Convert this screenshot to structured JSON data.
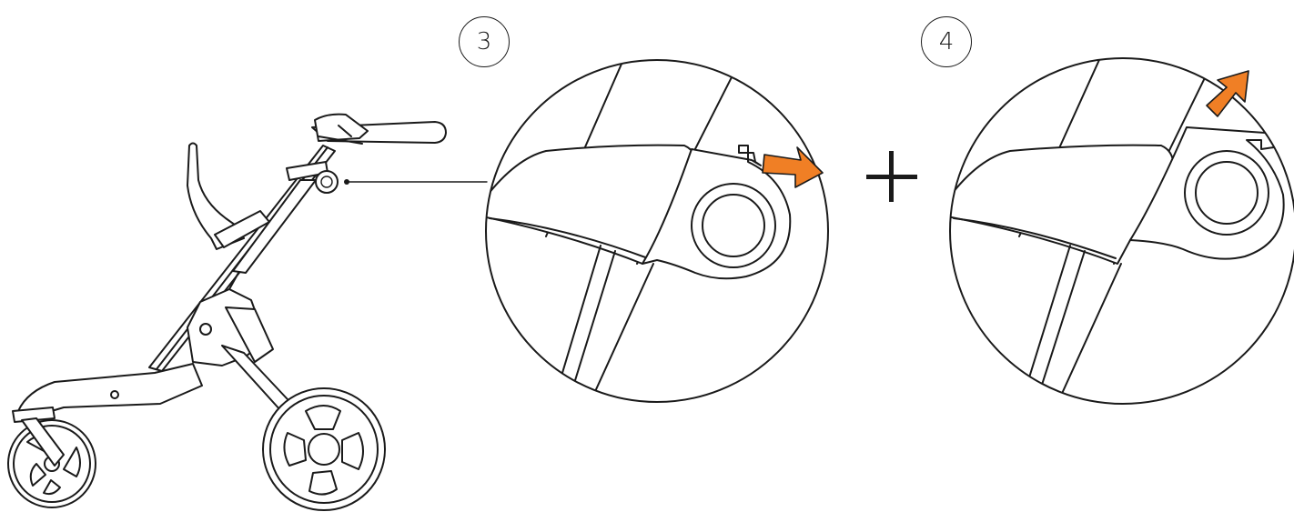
{
  "steps": [
    {
      "number": "3",
      "arrow_direction": "right",
      "arrow_color": "#f07f25"
    },
    {
      "number": "4",
      "arrow_direction": "up-right",
      "arrow_color": "#f07f25"
    }
  ],
  "connector_symbol": "+",
  "colors": {
    "line": "#1a1a1a",
    "accent_arrow": "#f07f25",
    "background": "#ffffff"
  },
  "icons": {
    "stroller": "stroller-frame-illustration",
    "detail_3": "fold-latch-detail-step-3",
    "detail_4": "fold-latch-detail-step-4",
    "plus": "plus-icon"
  }
}
